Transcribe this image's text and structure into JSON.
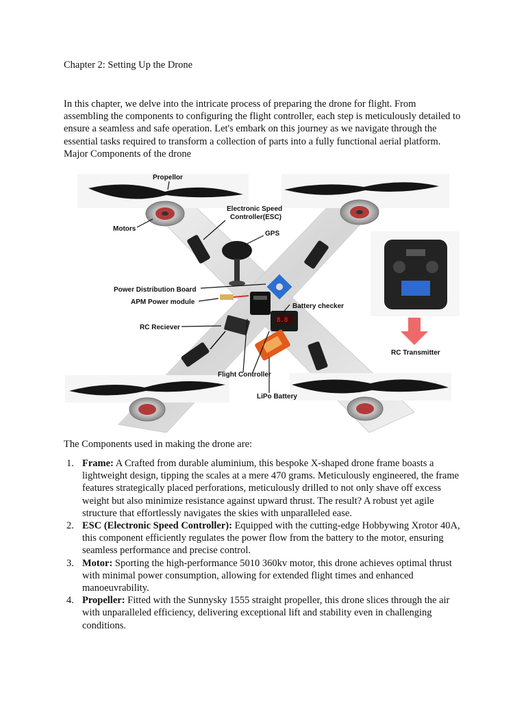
{
  "chapter_title": "Chapter 2: Setting Up the Drone",
  "intro": "In this chapter, we delve into the intricate process of preparing the drone for flight. From assembling the components to configuring the flight controller, each step is meticulously detailed to ensure a seamless and safe operation. Let's embark on this journey as we navigate through the essential tasks required to transform a collection of parts into a fully functional aerial platform. Major Components of the drone",
  "diagram": {
    "labels": {
      "propellor": "Propellor",
      "esc": "Electronic Speed",
      "esc_line2": "Controller(ESC)",
      "motors": "Motors",
      "gps": "GPS",
      "pdb": "Power Distribution Board",
      "apm": "APM Power module",
      "battery_checker": "Battery checker",
      "rc_receiver": "RC Reciever",
      "rc_transmitter": "RC Transmitter",
      "flight_controller": "Flight Controller",
      "lipo": "LiPo Battery"
    }
  },
  "components_heading": "The Components used in making the drone are:",
  "components": [
    {
      "num": "1.",
      "term": "Frame:",
      "text": "  A Crafted from durable aluminium, this bespoke X-shaped drone frame boasts a lightweight design, tipping the scales at a mere 470 grams. Meticulously engineered, the frame features strategically placed perforations, meticulously drilled to not only shave off excess weight but also minimize resistance against upward thrust. The result? A robust yet agile structure that effortlessly navigates the skies with unparalleled ease."
    },
    {
      "num": "2.",
      "term": "ESC (Electronic Speed Controller):",
      "text": "  Equipped with the cutting-edge Hobbywing Xrotor 40A, this component efficiently regulates the power flow from the battery to the motor, ensuring seamless performance and precise control."
    },
    {
      "num": "3.",
      "term": "Motor:",
      "text": "  Sporting the high-performance 5010 360kv motor, this drone achieves optimal thrust with minimal power consumption, allowing for extended flight times and enhanced manoeuvrability."
    },
    {
      "num": "4.",
      "term": "Propeller:",
      "text": "  Fitted with the Sunnysky 1555 straight propeller, this drone slices through the air with unparalleled efficiency, delivering exceptional lift and stability even in challenging conditions."
    }
  ]
}
